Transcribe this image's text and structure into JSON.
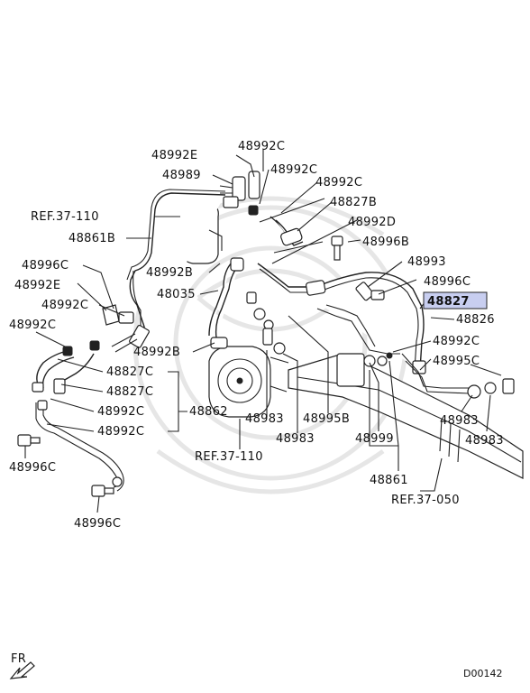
{
  "diagram": {
    "labels": [
      "48992E",
      "48992C",
      "48989",
      "48992C",
      "48992C",
      "REF.37-110",
      "48827B",
      "48992D",
      "48861B",
      "48996B",
      "48996C",
      "48992E",
      "48992B",
      "48993",
      "48996C",
      "48992C",
      "48035",
      "48827",
      "48992C",
      "48826",
      "48992B",
      "48992C",
      "48995C",
      "48827C",
      "48827C",
      "48992C",
      "48862",
      "48992C",
      "48983",
      "48995B",
      "48983",
      "48983",
      "48999",
      "48983",
      "REF.37-110",
      "48996C",
      "48861",
      "REF.37-050",
      "48996C"
    ],
    "highlighted_label": "48827",
    "orientation_label": "FR",
    "drawing_code": "D00142",
    "colors": {
      "highlight": "#c8cef0",
      "ink": "#222222"
    }
  }
}
